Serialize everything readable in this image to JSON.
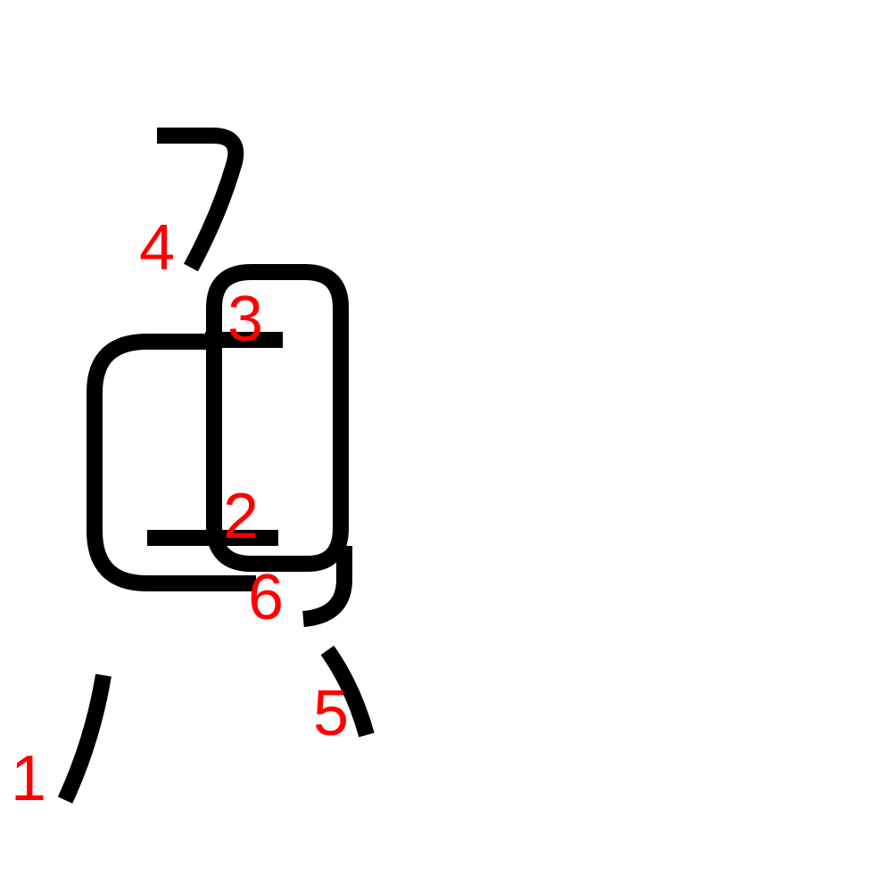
{
  "colors": {
    "background": "#ffffff",
    "stroke": "#000000",
    "label": "#ff0000"
  },
  "stroke_labels": {
    "s1": "1",
    "s2": "2",
    "s3": "3",
    "s4": "4",
    "s5": "5",
    "s6": "6"
  }
}
